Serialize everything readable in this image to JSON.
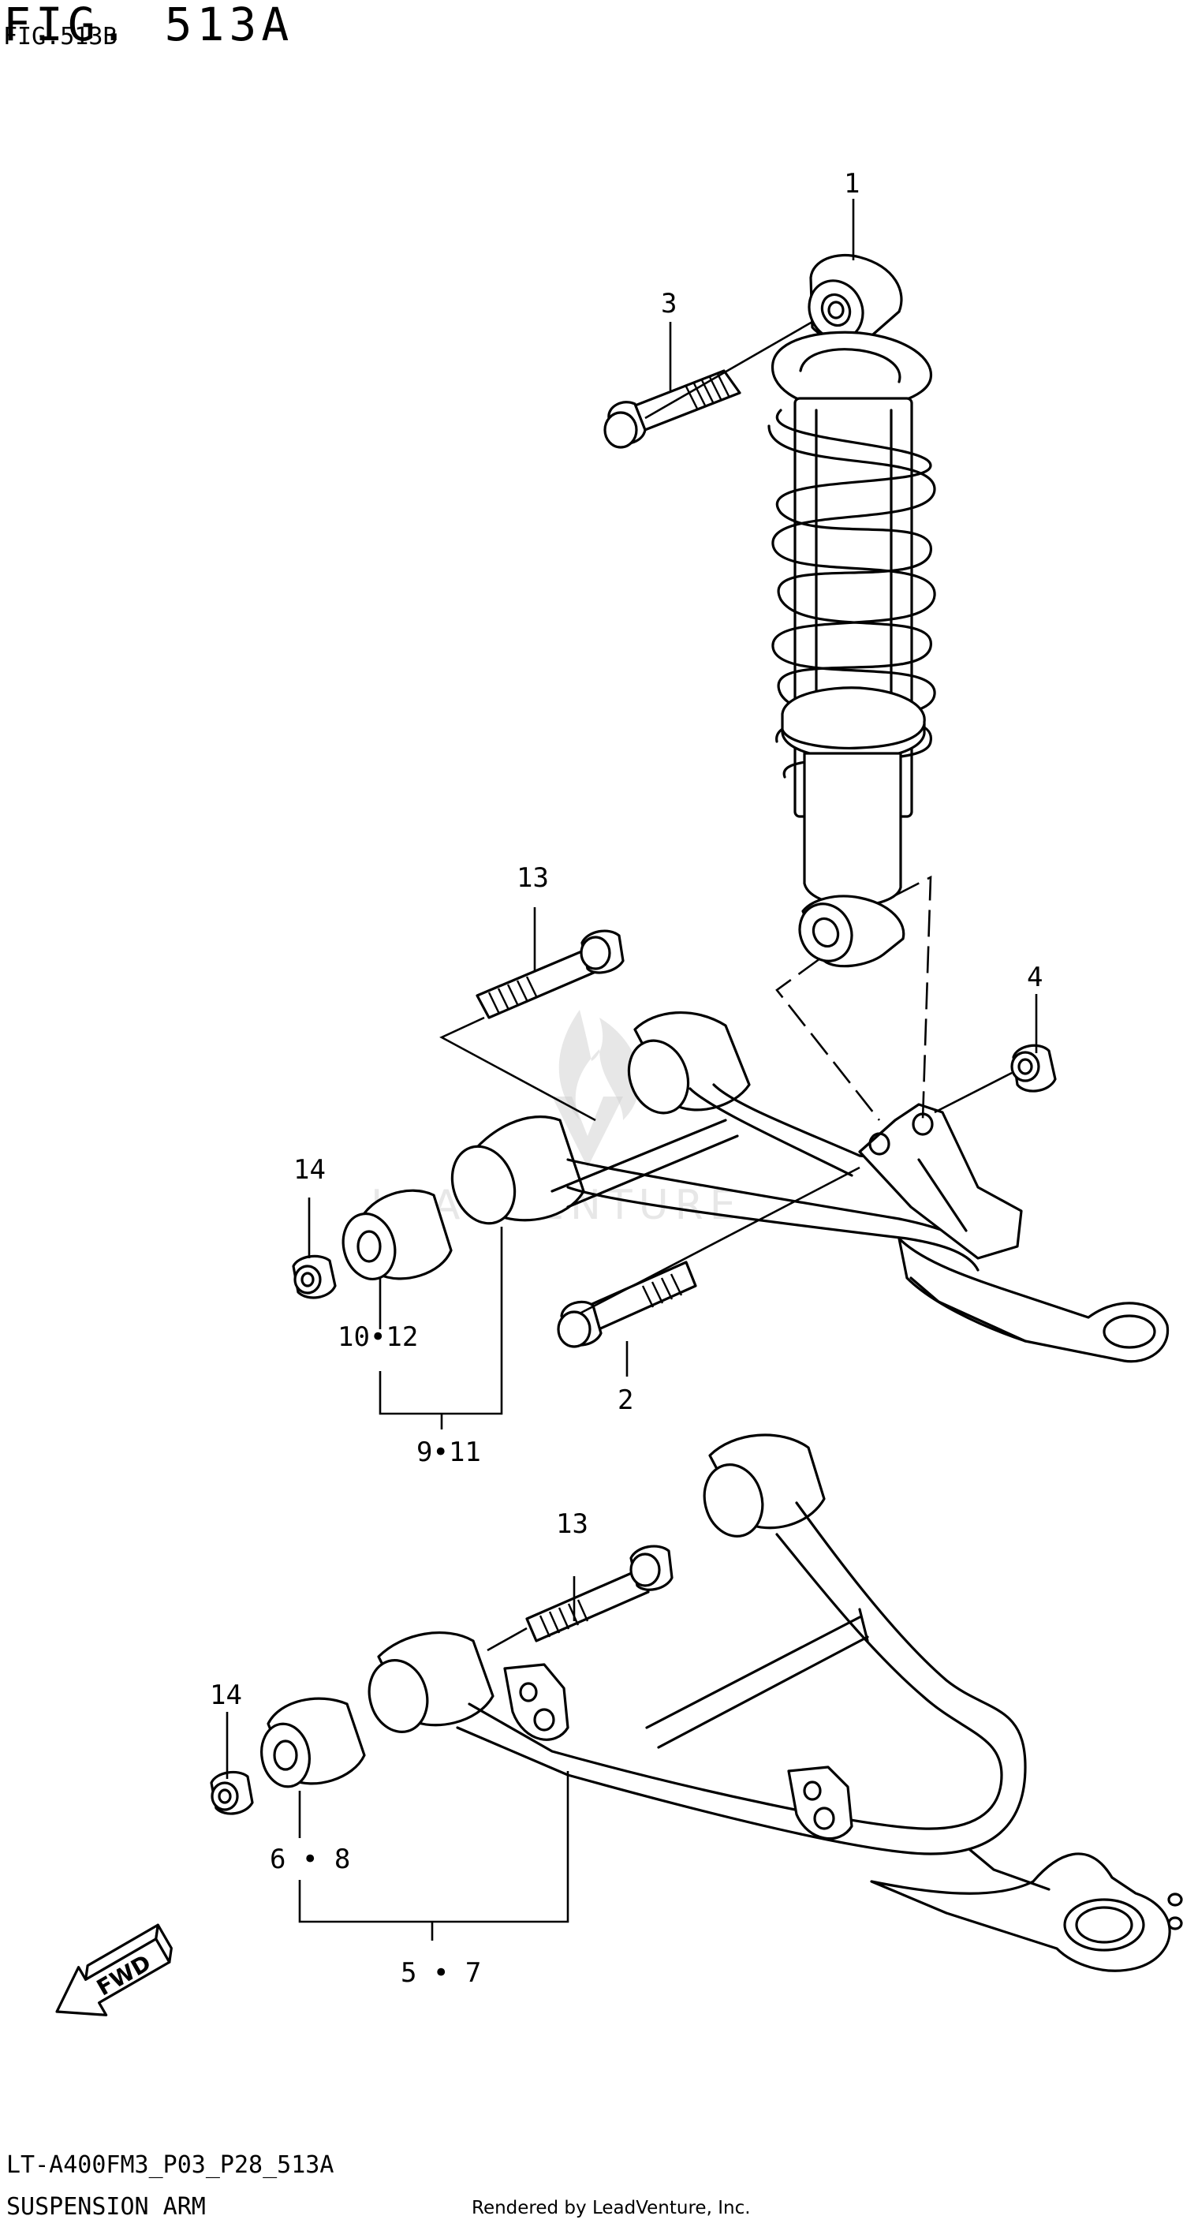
{
  "header": {
    "title": "FIG. 513A",
    "subtitle": "FIG.513B"
  },
  "callouts": {
    "c1": "1",
    "c2": "2",
    "c3": "3",
    "c4": "4",
    "c13_upper": "13",
    "c14_upper": "14",
    "c10_12": "10•12",
    "c9_11": "9•11",
    "c13_lower": "13",
    "c14_lower": "14",
    "c6_8": "6 • 8",
    "c5_7": "5 • 7"
  },
  "fwd_label": "FWD",
  "watermark": {
    "text": "LEADVENTURE"
  },
  "footer": {
    "model": "LT-A400FM3_P03_P28_513A",
    "section": "SUSPENSION ARM",
    "rendered_by": "Rendered by LeadVenture, Inc."
  }
}
